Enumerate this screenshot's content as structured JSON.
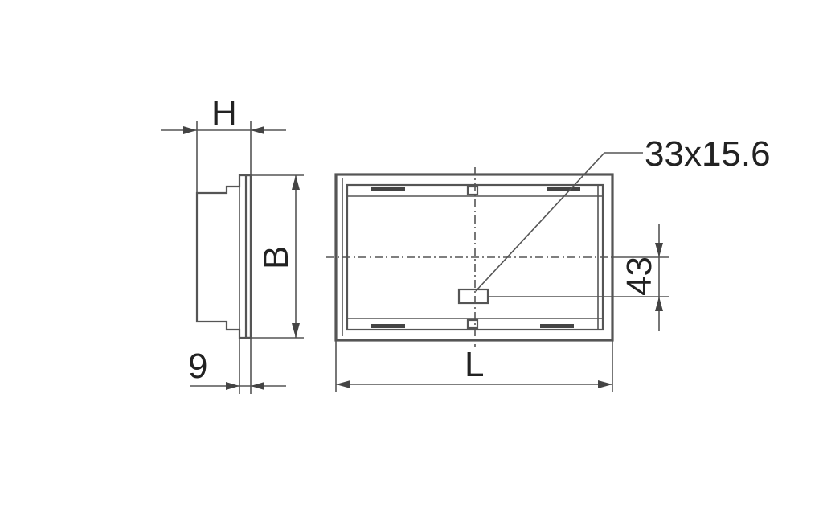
{
  "drawing": {
    "labels": {
      "height": "H",
      "width": "B",
      "length": "L",
      "flange": "9",
      "offset": "43",
      "opening": "33x15.6"
    },
    "colors": {
      "line": "#555555",
      "text": "#222222",
      "background": "#ffffff"
    }
  }
}
